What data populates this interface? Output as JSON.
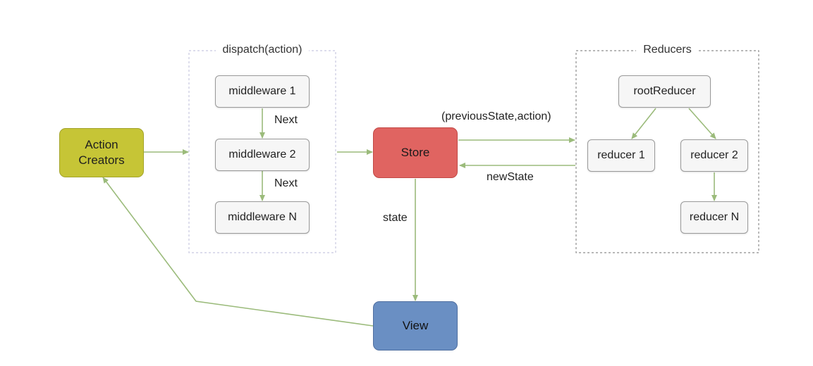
{
  "groups": {
    "dispatch_title": "dispatch(action)",
    "reducers_title": "Reducers"
  },
  "nodes": {
    "action_creators": "Action\nCreators",
    "middleware_1": "middleware 1",
    "middleware_2": "middleware 2",
    "middleware_n": "middleware N",
    "store": "Store",
    "view": "View",
    "root_reducer": "rootReducer",
    "reducer_1": "reducer 1",
    "reducer_2": "reducer 2",
    "reducer_n": "reducer N"
  },
  "labels": {
    "next_1": "Next",
    "next_2": "Next",
    "previous_state_action": "(previousState,action)",
    "new_state": "newState",
    "state": "state"
  },
  "colors": {
    "action_creators": "#c6c536",
    "store": "#e06461",
    "view": "#6a8fc3",
    "arrow": "#9bbb7b",
    "group_border": "#c8c8e0"
  }
}
